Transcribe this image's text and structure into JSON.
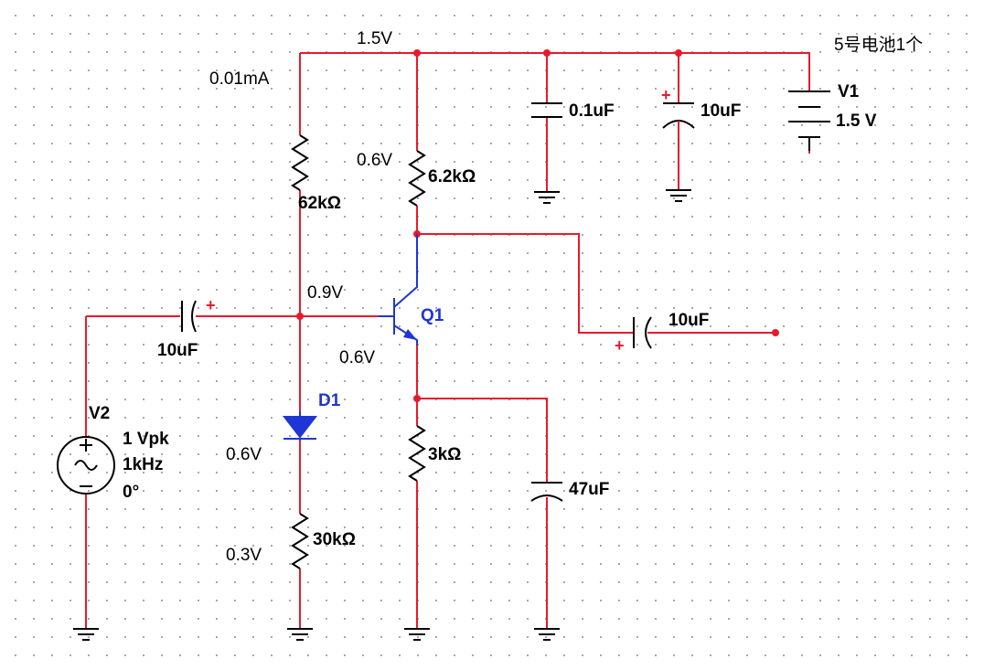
{
  "labels": {
    "supply_voltage": "1.5V",
    "battery_note": "5号电池1个",
    "bias_current": "0.01mA",
    "collector_voltage": "0.6V",
    "base_voltage": "0.9V",
    "emitter_voltage": "0.6V",
    "diode_voltage": "0.6V",
    "bottom_voltage": "0.3V"
  },
  "components": {
    "r_bias_top": "62kΩ",
    "r_collector": "6.2kΩ",
    "r_emitter": "3kΩ",
    "r_bias_bottom": "30kΩ",
    "c_bypass_small": "0.1uF",
    "c_bypass_large": "10uF",
    "c_input": "10uF",
    "c_output": "10uF",
    "c_emitter": "47uF",
    "battery_name": "V1",
    "battery_value": "1.5 V",
    "source_name": "V2",
    "source_amplitude": "1 Vpk",
    "source_freq": "1kHz",
    "source_phase": "0°",
    "transistor": "Q1",
    "diode": "D1"
  },
  "colors": {
    "wire": "#e8192c",
    "component": "#000000",
    "semiconductor": "#1f35d6"
  }
}
